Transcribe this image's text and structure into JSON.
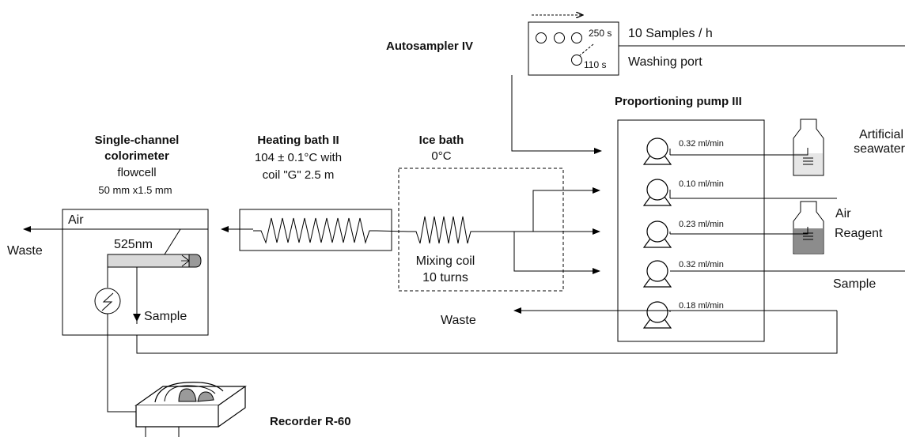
{
  "autosampler": {
    "title": "Autosampler IV",
    "time_sample": "250 s",
    "time_wash": "110 s",
    "rate": "10 Samples / h",
    "washing_port": "Washing port"
  },
  "pump": {
    "title": "Proportioning pump III",
    "flows": [
      "0.32 ml/min",
      "0.10 ml/min",
      "0.23 ml/min",
      "0.32 ml/min",
      "0.18 ml/min"
    ]
  },
  "inputs": {
    "artificial_line1": "Artificial",
    "artificial_line2": "seawater",
    "air": "Air",
    "reagent": "Reagent",
    "sample": "Sample"
  },
  "ice_bath": {
    "title": "Ice bath",
    "temp": "0°C",
    "coil_line1": "Mixing coil",
    "coil_line2": "10 turns"
  },
  "heating_bath": {
    "title": "Heating bath II",
    "line1": "104 ± 0.1°C with",
    "line2": "coil \"G\" 2.5 m"
  },
  "colorimeter": {
    "title_line1": "Single-channel",
    "title_line2": "colorimeter",
    "flowcell": "flowcell",
    "dims": "50 mm x1.5 mm",
    "air": "Air",
    "wavelength": "525nm",
    "sample": "Sample"
  },
  "waste_left": "Waste",
  "waste_mid": "Waste",
  "recorder": "Recorder R-60"
}
